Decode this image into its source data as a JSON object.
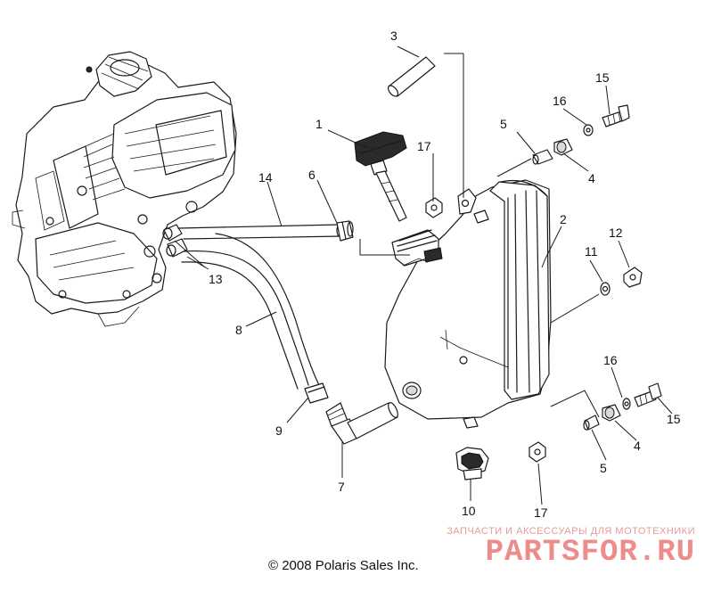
{
  "callouts": [
    {
      "label": "1"
    },
    {
      "label": "2"
    },
    {
      "label": "3"
    },
    {
      "label": "4"
    },
    {
      "label": "4"
    },
    {
      "label": "5"
    },
    {
      "label": "5"
    },
    {
      "label": "6"
    },
    {
      "label": "7"
    },
    {
      "label": "8"
    },
    {
      "label": "9"
    },
    {
      "label": "10"
    },
    {
      "label": "11"
    },
    {
      "label": "12"
    },
    {
      "label": "13"
    },
    {
      "label": "14"
    },
    {
      "label": "15"
    },
    {
      "label": "15"
    },
    {
      "label": "16"
    },
    {
      "label": "16"
    },
    {
      "label": "17"
    },
    {
      "label": "17"
    }
  ],
  "footer": {
    "copyright": "© 2008 Polaris Sales Inc."
  },
  "watermark": {
    "tagline": "ЗАПЧАСТИ И АКСЕССУАРЫ ДЛЯ МОТОТЕХНИКИ",
    "logo": "PARTSFOR.RU"
  }
}
